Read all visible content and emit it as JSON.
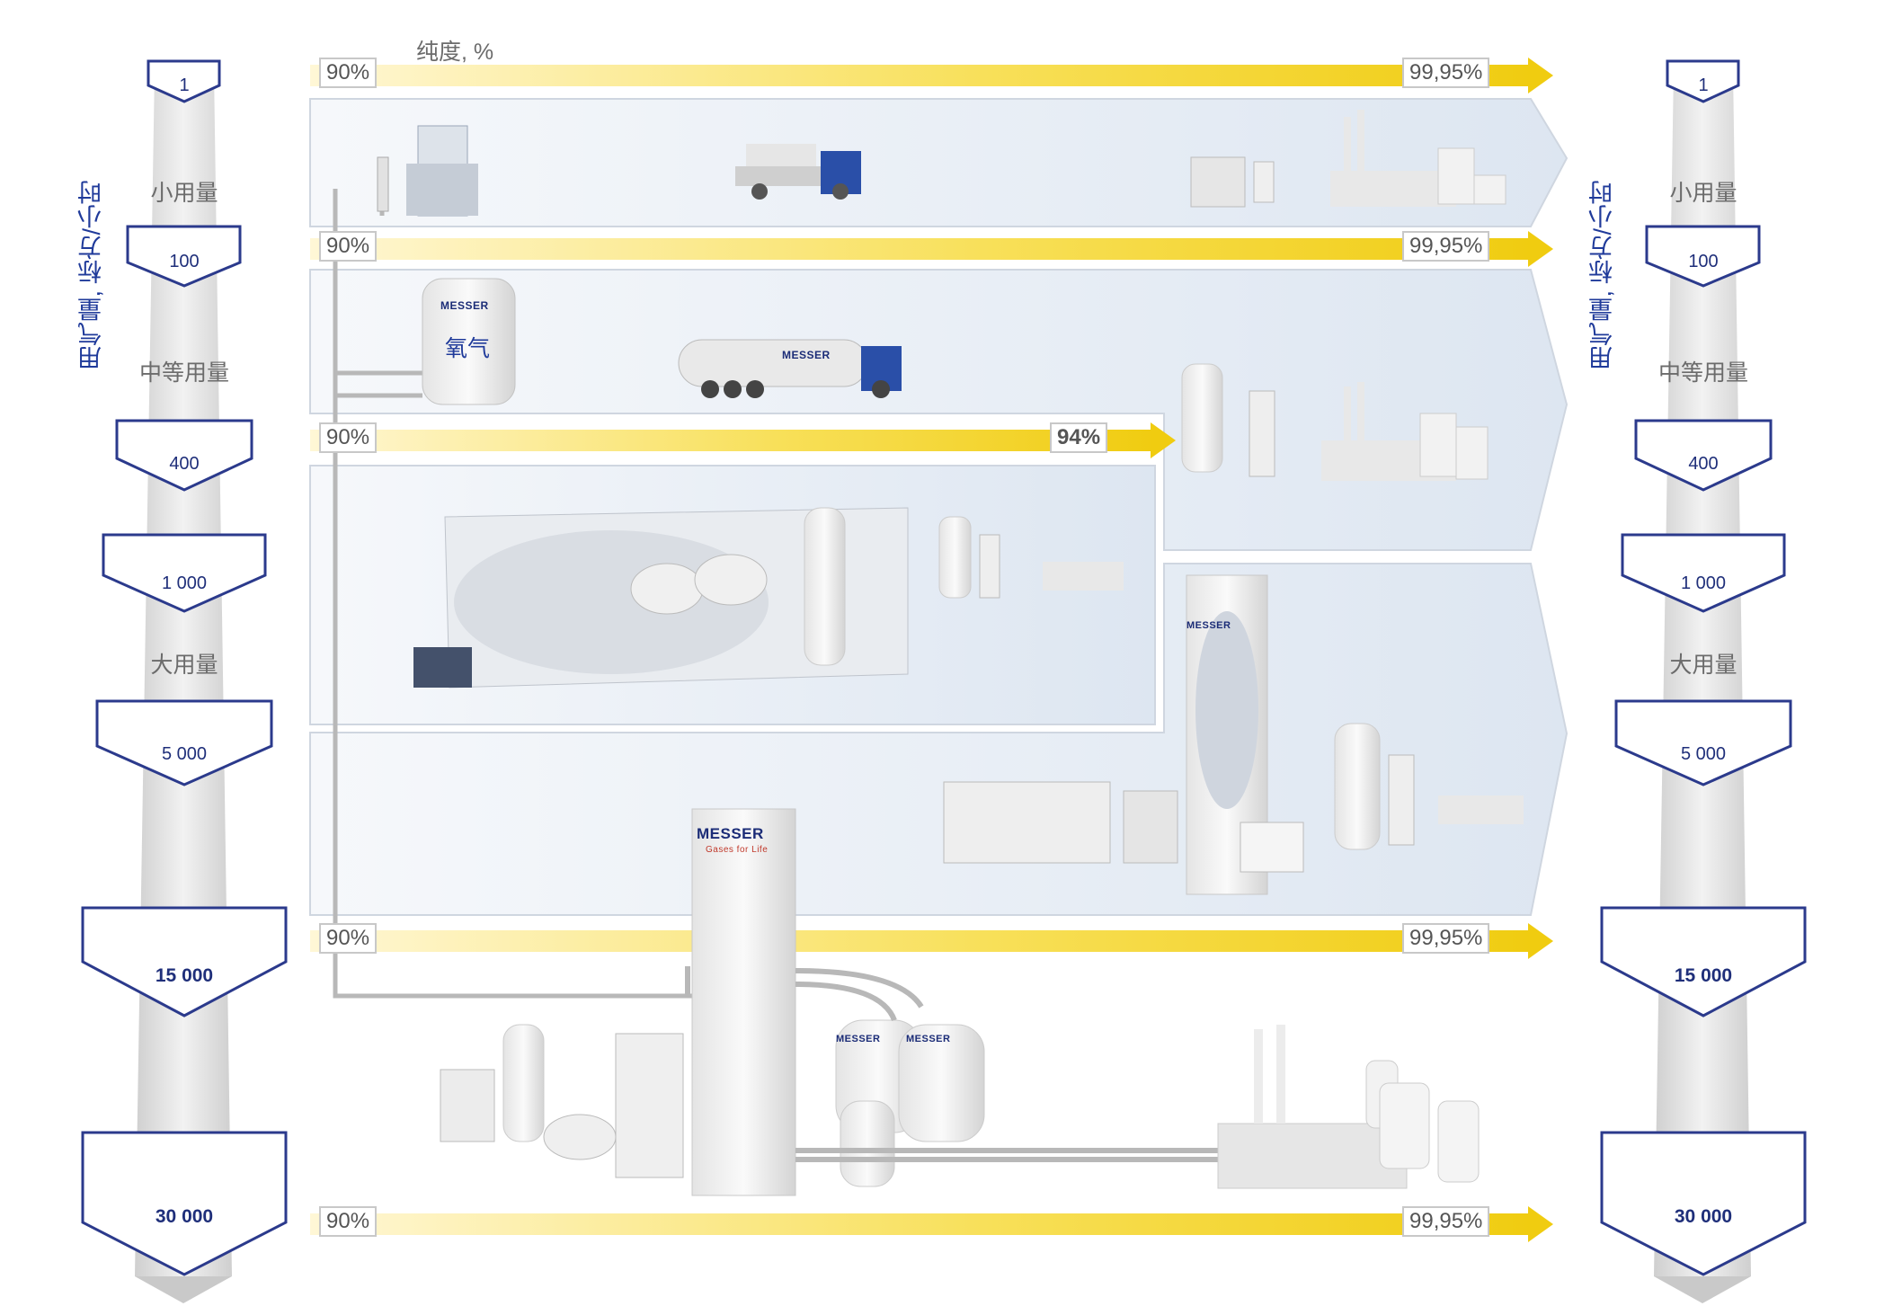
{
  "purity_title": "纯度, %",
  "axis_label": "用气量, 标方/小时",
  "scale_values": [
    "1",
    "100",
    "400",
    "1 000",
    "5 000",
    "15 000",
    "30 000"
  ],
  "categories": {
    "small": "小用量",
    "medium": "中等用量",
    "large": "大用量"
  },
  "purity_bars": [
    {
      "start": "90%",
      "end": "99,95%"
    },
    {
      "start": "90%",
      "end": "99,95%"
    },
    {
      "start": "90%",
      "end": "94%"
    },
    {
      "start": "90%",
      "end": "99,95%"
    },
    {
      "start": "90%",
      "end": "99,95%"
    }
  ],
  "tank_label": "氧气",
  "brand": "MESSER",
  "brand_tagline": "Gases for Life",
  "colors": {
    "accent_blue": "#1f3a9a",
    "arrow_yellow": "#f2d21a",
    "chevron_outline": "#2b3a8c",
    "panel_fill": "#e7edf5"
  }
}
